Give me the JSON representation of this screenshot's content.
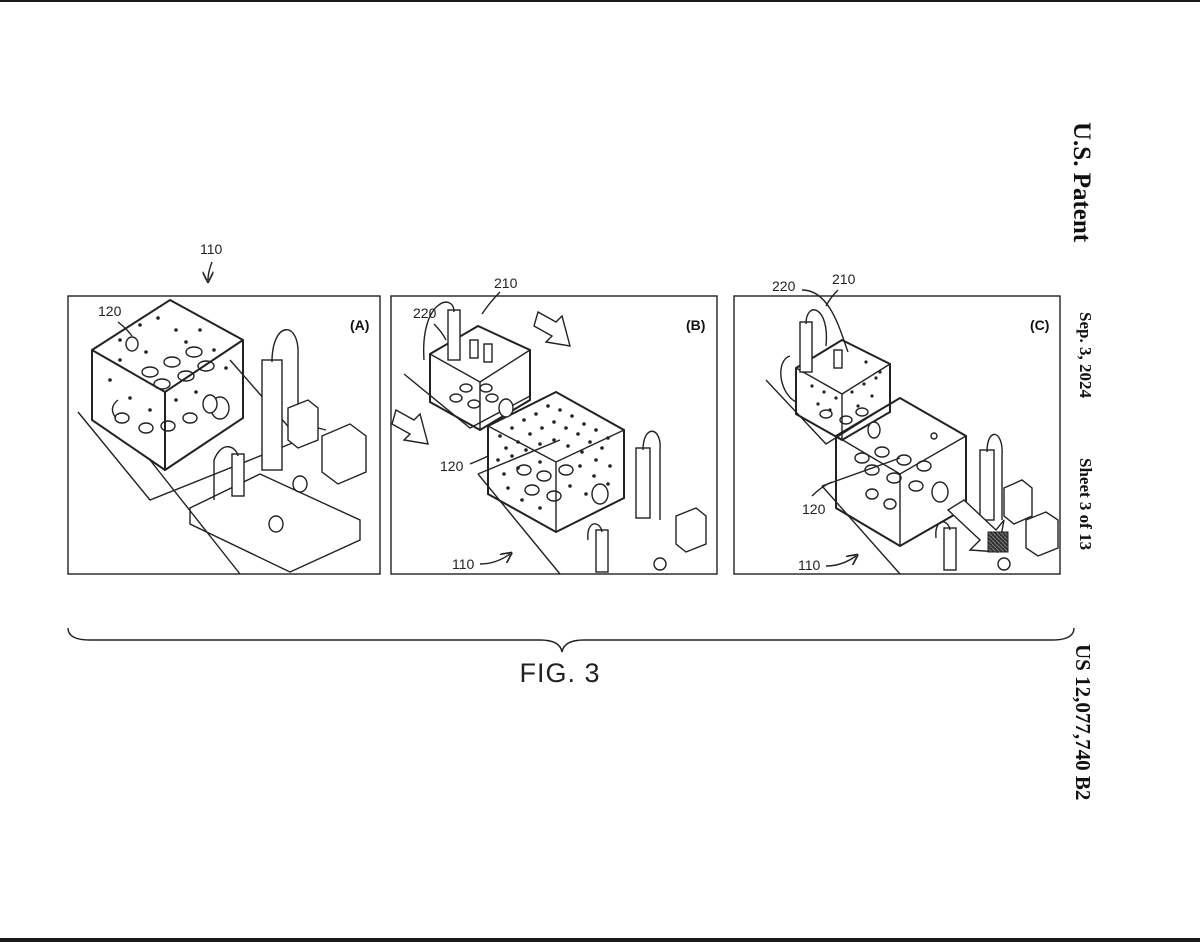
{
  "header": {
    "title": "U.S. Patent",
    "date": "Sep. 3, 2024",
    "sheet": "Sheet 3 of 13",
    "patent_number": "US 12,077,740 B2"
  },
  "figure": {
    "caption": "FIG. 3",
    "panels": [
      {
        "label": "(A)",
        "refs": [
          "110",
          "120"
        ]
      },
      {
        "label": "(B)",
        "refs": [
          "210",
          "220",
          "120",
          "110"
        ]
      },
      {
        "label": "(C)",
        "refs": [
          "220",
          "210",
          "120",
          "110"
        ]
      }
    ]
  }
}
